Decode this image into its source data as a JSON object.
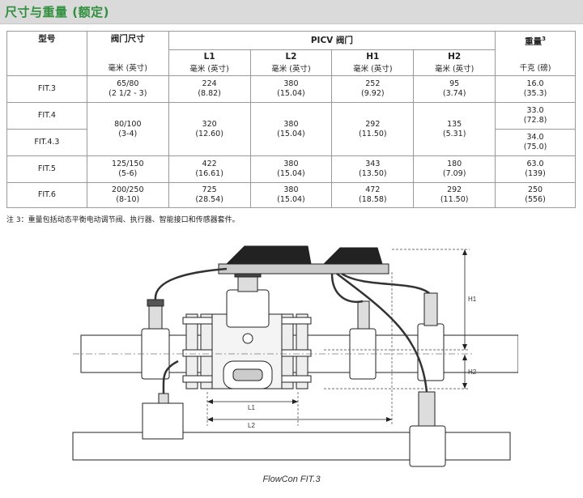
{
  "header": {
    "title": "尺寸与重量 (额定)"
  },
  "table": {
    "model_label": "型号",
    "valve_size_label": "阀门尺寸",
    "picv_label": "PICV 阀门",
    "weight_label": "重量",
    "weight_note_ref": "3",
    "cols": [
      "L1",
      "L2",
      "H1",
      "H2"
    ],
    "unit_mm_in": "毫米 (英寸)",
    "unit_kg_lb": "千克 (磅)",
    "rows": [
      {
        "model": "FIT.3",
        "size": "65/80",
        "size_in": "(2 1/2 - 3)",
        "l1": "224",
        "l1_in": "(8.82)",
        "l2": "380",
        "l2_in": "(15.04)",
        "h1": "252",
        "h1_in": "(9.92)",
        "h2": "95",
        "h2_in": "(3.74)",
        "w": "16.0",
        "w_lb": "(35.3)"
      },
      {
        "model": "FIT.4",
        "model_b": "FIT.4.3",
        "size": "80/100",
        "size_in": "(3-4)",
        "l1": "320",
        "l1_in": "(12.60)",
        "l2": "380",
        "l2_in": "(15.04)",
        "h1": "292",
        "h1_in": "(11.50)",
        "h2": "135",
        "h2_in": "(5.31)",
        "w": "33.0",
        "w_lb": "(72.8)",
        "w_b": "34.0",
        "w_b_lb": "(75.0)"
      },
      {
        "model": "FIT.5",
        "size": "125/150",
        "size_in": "(5-6)",
        "l1": "422",
        "l1_in": "(16.61)",
        "l2": "380",
        "l2_in": "(15.04)",
        "h1": "343",
        "h1_in": "(13.50)",
        "h2": "180",
        "h2_in": "(7.09)",
        "w": "63.0",
        "w_lb": "(139)"
      },
      {
        "model": "FIT.6",
        "size": "200/250",
        "size_in": "(8-10)",
        "l1": "725",
        "l1_in": "(28.54)",
        "l2": "380",
        "l2_in": "(15.04)",
        "h1": "472",
        "h1_in": "(18.58)",
        "h2": "292",
        "h2_in": "(11.50)",
        "w": "250",
        "w_lb": "(556)"
      }
    ]
  },
  "footnote": "注 3：重量包括动态平衡电动调节阀、执行器、智能接口和传感器套件。",
  "drawing": {
    "caption": "FlowCon FIT.3",
    "dims": {
      "h1": "H1",
      "h2": "H2",
      "l1": "L1",
      "l2": "L2"
    }
  }
}
